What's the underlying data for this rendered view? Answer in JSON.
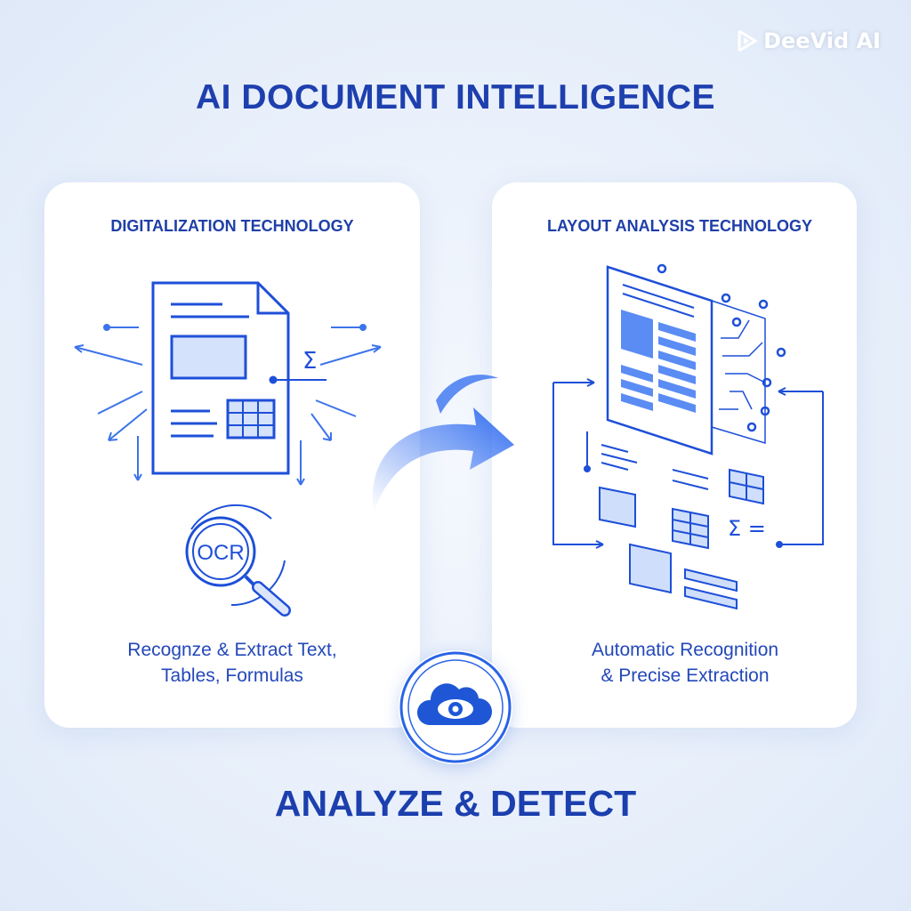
{
  "brand": {
    "name": "DeeVid AI",
    "icon": "play-logo-icon"
  },
  "title": "AI DOCUMENT INTELLIGENCE",
  "left_card": {
    "title": "DIGITALIZATION TECHNOLOGY",
    "ocr_label": "OCR",
    "sigma": "Σ",
    "description_line1": "Recognze & Extract Text,",
    "description_line2": "Tables, Formulas"
  },
  "right_card": {
    "title": "LAYOUT ANALYSIS TECHNOLOGY",
    "formula": "Σ =",
    "description_line1": "Automatic Recognition",
    "description_line2": "& Precise Extraction"
  },
  "center_badge": {
    "icon": "cloud-eye-icon"
  },
  "bottom_label": "ANALYZE & DETECT",
  "colors": {
    "primary": "#1e4fd8",
    "title": "#1e3fae",
    "fill": "#cfdefa",
    "background": "#e8f0fb"
  }
}
